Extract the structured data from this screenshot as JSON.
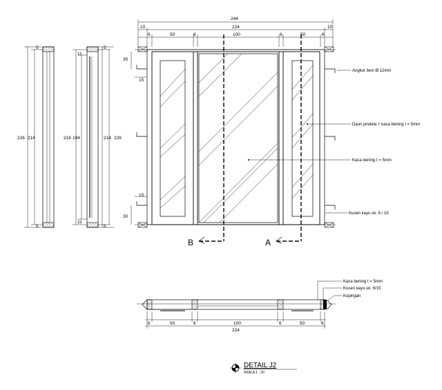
{
  "dimensions": {
    "overall_width": "244",
    "inner_width": "224",
    "side_margin": "10",
    "post": "6",
    "side_pane": "50",
    "center_pane": "100",
    "top_offset": "30",
    "bottom_offset": "30",
    "anchor_offset_top": "15",
    "anchor_offset_bottom": "15",
    "height_outer": "226",
    "height_inner": "214",
    "height_sash": "216",
    "height_sash_inner": "194",
    "sash_top": "11",
    "sash_bottom": "11",
    "small_top": "5",
    "small_bottom": "5"
  },
  "annotations": {
    "anchor": "Angkur besi Ø 12mm",
    "sash_glass": "Daun jendela + kaca bening t = 5mm",
    "clear_glass": "Kaca bening t = 5mm",
    "frame": "Kusen kayu uk. 6 / 15"
  },
  "section_marks": {
    "left": "B",
    "right": "A"
  },
  "plan_annotations": {
    "glass": "Kaca bening t = 5mm",
    "frame": "Kusen kayu uk. 6/15",
    "rebate": "Kupingan"
  },
  "plan_dimensions": {
    "post_a": "6",
    "pane_a": "50",
    "post_b": "6",
    "center": "100",
    "post_c": "6",
    "pane_b": "50",
    "post_d": "6",
    "total": "224"
  },
  "title": {
    "text": "DETAIL J2",
    "scale": "SKALA 1 : 20"
  }
}
